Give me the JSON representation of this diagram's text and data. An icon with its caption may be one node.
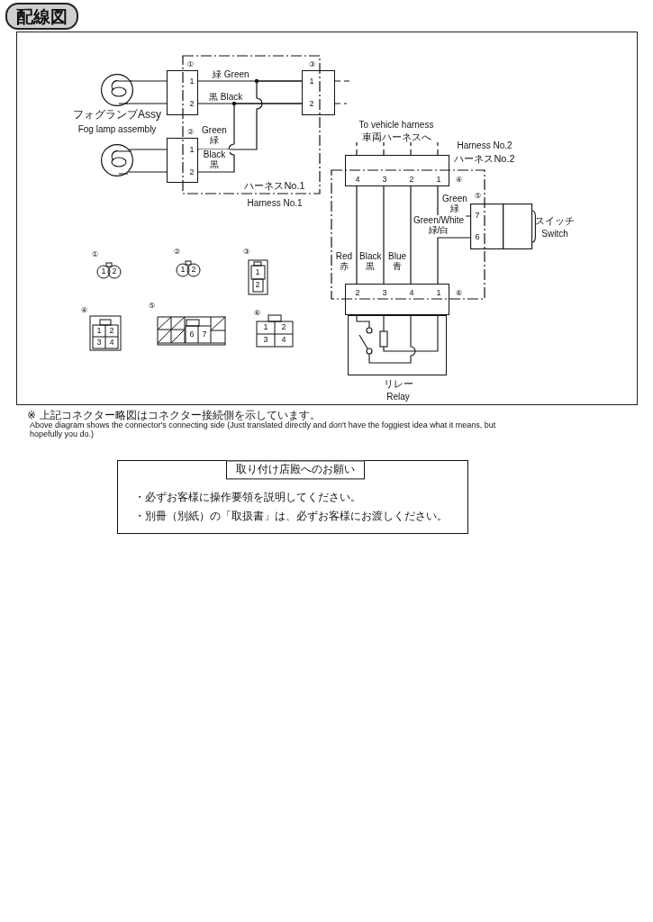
{
  "diagram": {
    "title": "配線図",
    "nodes": [
      {
        "text": [],
        "shape": "circle",
        "beside": [
          "フォグランプAssy",
          "Fog lamp assembly"
        ]
      },
      {
        "text": [],
        "shape": "circle"
      },
      {
        "text": [
          "①",
          "1",
          "2"
        ]
      },
      {
        "text": [
          "②",
          "1",
          "2"
        ]
      },
      {
        "text": [
          "③",
          "1",
          "2"
        ]
      },
      {
        "text": [
          "4",
          "3",
          "2",
          "1",
          "④"
        ]
      },
      {
        "text": [
          "⑤",
          "7",
          "6"
        ],
        "beside": [
          "スイッチ",
          "Switch"
        ]
      },
      {
        "text": [
          "2",
          "3",
          "4",
          "1",
          "⑥"
        ]
      },
      {
        "text": [],
        "shape": "box",
        "beside": [
          "リレー",
          "Relay"
        ]
      },
      {
        "text": [
          "To vehicle harness",
          "車両ハーネスへ"
        ]
      },
      {
        "text": [
          "取り付け店殿へのお願い",
          "・必ずお客様に操作要領を説明してください。",
          "・別冊（別紙）の「取扱書」は、必ずお客様にお渡しください。"
        ]
      }
    ],
    "edges": [
      {
        "from": 0,
        "to": 2,
        "arrow": "none"
      },
      {
        "from": 0,
        "to": 2,
        "arrow": "none"
      },
      {
        "from": 1,
        "to": 3,
        "arrow": "none"
      },
      {
        "from": 1,
        "to": 3,
        "arrow": "none"
      },
      {
        "from": 2,
        "to": 4,
        "arrow": "none",
        "label": "緑 Green"
      },
      {
        "from": 2,
        "to": 4,
        "arrow": "none",
        "label": "黒 Black"
      },
      {
        "from": 3,
        "to": 4,
        "arrow": "none",
        "label": "Green 緑"
      },
      {
        "from": 3,
        "to": 4,
        "arrow": "none",
        "label": "Black 黒"
      },
      {
        "from": 4,
        "to": null,
        "arrow": "none",
        "style": "dashed"
      },
      {
        "from": 4,
        "to": null,
        "arrow": "none",
        "style": "dashed"
      },
      {
        "from": 5,
        "to": 9,
        "arrow": "none",
        "style": "dashed"
      },
      {
        "from": 5,
        "to": 9,
        "arrow": "none",
        "style": "dashed"
      },
      {
        "from": 5,
        "to": 9,
        "arrow": "none",
        "style": "dashed"
      },
      {
        "from": 5,
        "to": 9,
        "arrow": "none",
        "style": "dashed"
      },
      {
        "from": 5,
        "to": 6,
        "arrow": "none",
        "label": "Green 緑"
      },
      {
        "from": 7,
        "to": 6,
        "arrow": "none",
        "label": "Green/White 緑/白"
      },
      {
        "from": 5,
        "to": 7,
        "arrow": "none",
        "label": "Red 赤"
      },
      {
        "from": 5,
        "to": 7,
        "arrow": "none",
        "label": "Black 黒"
      },
      {
        "from": 5,
        "to": 7,
        "arrow": "none",
        "label": "Blue 青"
      }
    ],
    "labels": [
      "ハーネスNo.1",
      "Harness No.1",
      "Harness No.2",
      "ハーネスNo.2",
      "①",
      "1",
      "2",
      "②",
      "1",
      "2",
      "③",
      "1",
      "2",
      "④",
      "1",
      "2",
      "3",
      "4",
      "⑤",
      "6",
      "7",
      "⑥",
      "1",
      "2",
      "3",
      "4",
      "※ 上記コネクター略図はコネクター接続側を示しています。",
      "Above diagram shows the connector's connecting side (Just translated directly and don't have the foggiest idea what it means, but hopefully you do.)"
    ]
  }
}
